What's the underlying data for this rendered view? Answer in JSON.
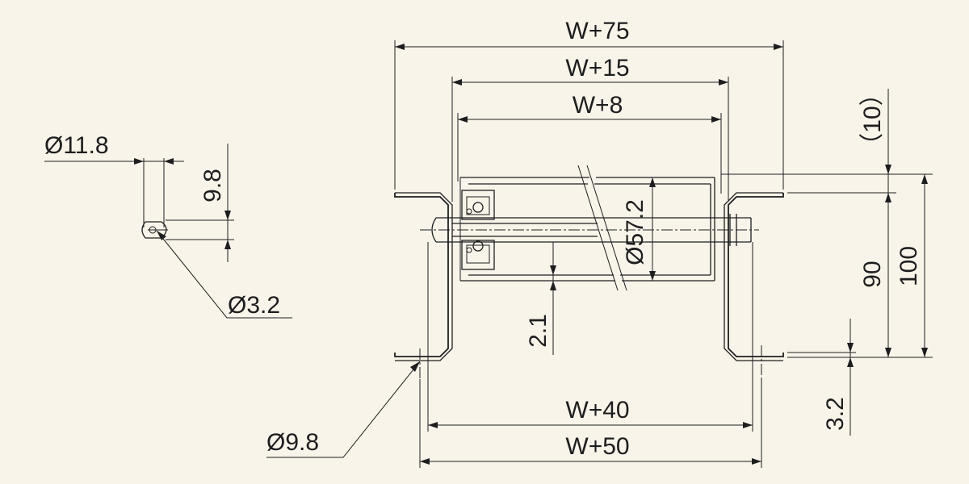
{
  "dimensions": {
    "w75": "W+75",
    "w15": "W+15",
    "w8": "W+8",
    "w40": "W+40",
    "w50": "W+50",
    "d57": "Ø57.2",
    "d11": "Ø11.8",
    "d98_left": "Ø9.8",
    "d32": "Ø3.2",
    "h98": "9.8",
    "h10": "（10）",
    "h90": "90",
    "h100": "100",
    "h21": "2.1",
    "h32": "3.2"
  }
}
